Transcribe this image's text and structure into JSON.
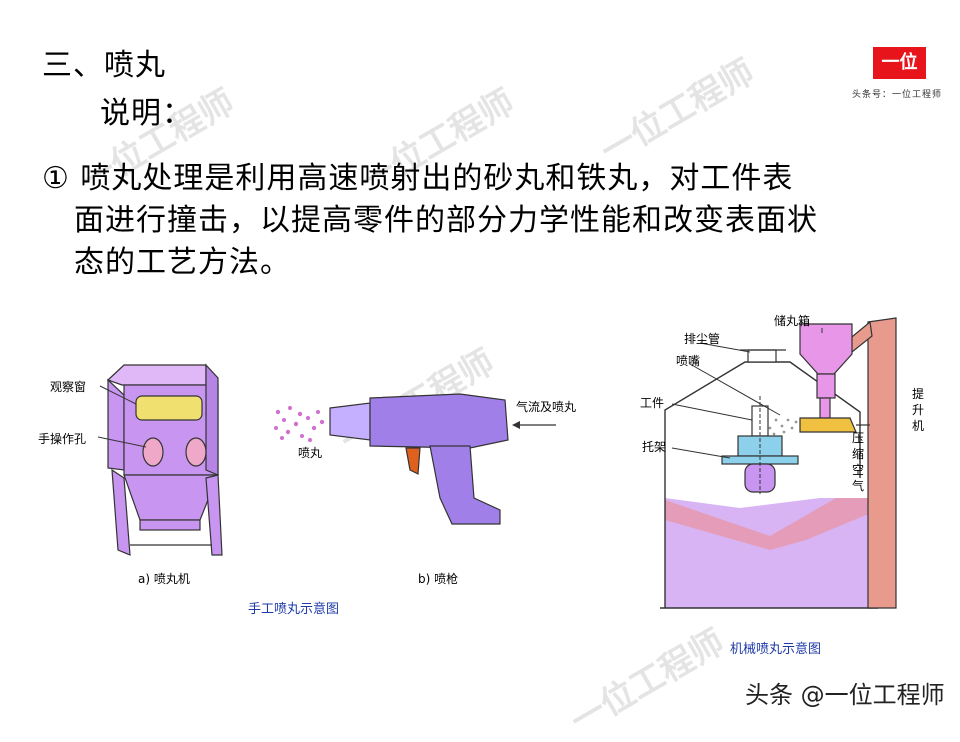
{
  "heading": "三、喷丸",
  "subheading": "说明：",
  "paragraph": {
    "line1": "① 喷丸处理是利用高速喷射出的砂丸和铁丸，对工件表",
    "line2": "面进行撞击，以提高零件的部分力学性能和改变表面状",
    "line3": "态的工艺方法。"
  },
  "logo": {
    "text": "一位",
    "caption": "头条号：一位工程师"
  },
  "watermark": {
    "text": "一位工程师",
    "footer": "头条 @一位工程师"
  },
  "manual_diagram": {
    "cabinet_labels": {
      "window": "观察窗",
      "hand_hole": "手操作孔"
    },
    "gun_labels": {
      "shot": "喷丸",
      "airflow": "气流及喷丸"
    },
    "sub_caption_a": "a) 喷丸机",
    "sub_caption_b": "b) 喷枪",
    "caption": "手工喷丸示意图"
  },
  "machine_diagram": {
    "labels": {
      "storage": "储丸箱",
      "dust_pipe": "排尘管",
      "nozzle": "喷嘴",
      "workpiece": "工件",
      "holder": "托架",
      "lift_line1": "提",
      "lift_line2": "升",
      "lift_line3": "机",
      "air_line1": "压",
      "air_line2": "缩",
      "air_line3": "空",
      "air_line4": "气"
    },
    "caption": "机械喷丸示意图"
  },
  "colors": {
    "violet": "#c896f0",
    "violet_dark": "#a060d0",
    "pink": "#e896e8",
    "yellow": "#f0e070",
    "orange": "#e06020",
    "caption_blue": "#1e3aa8",
    "logo_red": "#e8141c"
  }
}
